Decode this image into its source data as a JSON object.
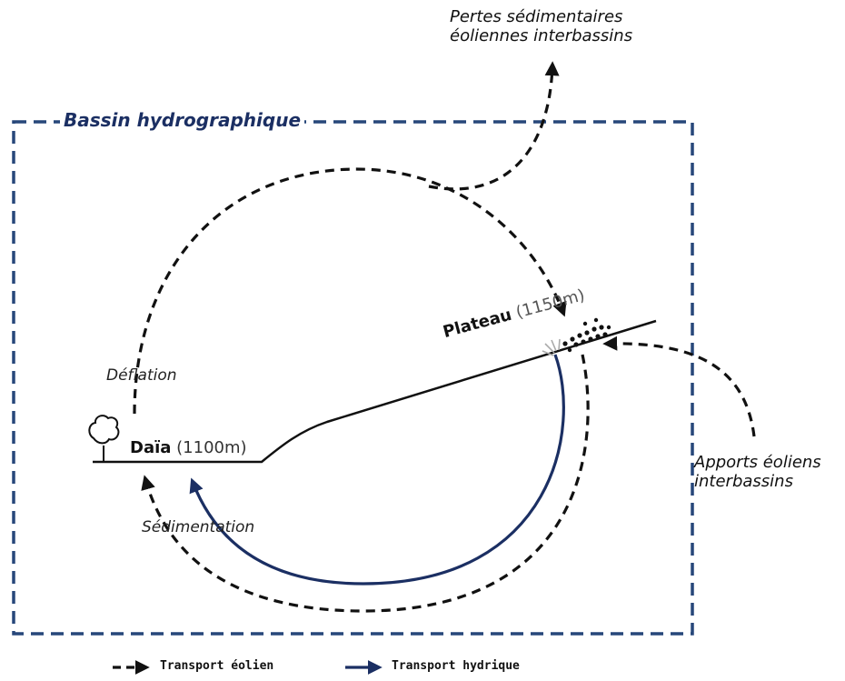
{
  "basin": {
    "title": "Bassin hydrographique"
  },
  "labels": {
    "losses": [
      "Pertes sédimentaires",
      "éoliennes interbassins"
    ],
    "inputs": [
      "Apports éoliens",
      "interbassins"
    ],
    "deflation": "Déflation",
    "sedimentation": "Sédimentation"
  },
  "sites": {
    "daia": {
      "name": "Daïa",
      "altitude": "(1100m)"
    },
    "plateau": {
      "name": "Plateau",
      "altitude": "(1150m)"
    }
  },
  "legend": {
    "eolian": "Transport éolien",
    "hydric": "Transport hydrique"
  },
  "colors": {
    "basin_border": "#27477a",
    "eolian_arrow": "#111111",
    "hydric_arrow": "#1b2f63"
  },
  "icons": {
    "tree": "tree-icon",
    "sediment": "sediment-dots-icon"
  }
}
